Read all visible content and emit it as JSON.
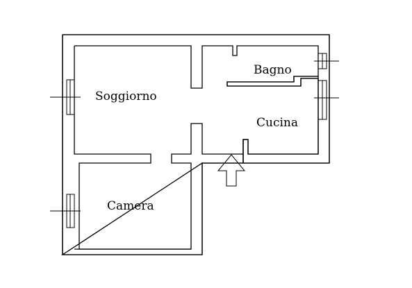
{
  "floorplan": {
    "rooms": {
      "soggiorno": "Soggiorno",
      "camera": "Camera",
      "bagno": "Bagno",
      "cucina": "Cucina"
    },
    "entrance": {
      "icon": "arrow-up-icon"
    }
  }
}
